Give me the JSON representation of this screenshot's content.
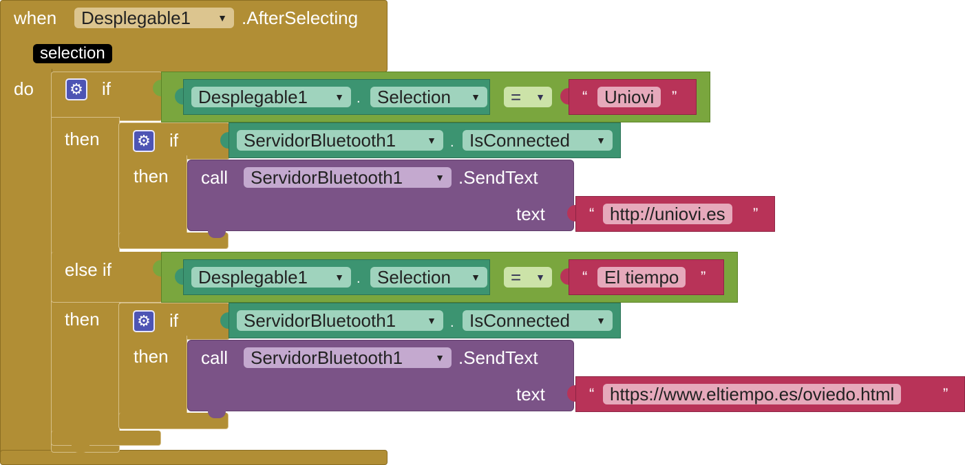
{
  "event": {
    "when_label": "when",
    "component": "Desplegable1",
    "event_name": ".AfterSelecting",
    "param": "selection",
    "do_label": "do"
  },
  "if1": {
    "if_label": "if",
    "then_label": "then",
    "else_if_label": "else if",
    "then2_label": "then",
    "cond1": {
      "component": "Desplegable1",
      "dot": ".",
      "property": "Selection",
      "operator": "=",
      "open_quote": "“",
      "value": "Uniovi",
      "close_quote": "”"
    },
    "cond2": {
      "component": "Desplegable1",
      "dot": ".",
      "property": "Selection",
      "operator": "=",
      "open_quote": "“",
      "value": "El tiempo",
      "close_quote": "”"
    }
  },
  "inner1": {
    "if_label": "if",
    "then_label": "then",
    "cond": {
      "component": "ServidorBluetooth1",
      "dot": ".",
      "property": "IsConnected"
    },
    "call": {
      "call_label": "call",
      "component": "ServidorBluetooth1",
      "method": ".SendText",
      "text_label": "text",
      "open_quote": "“",
      "value": "http://uniovi.es",
      "close_quote": "”"
    }
  },
  "inner2": {
    "if_label": "if",
    "then_label": "then",
    "cond": {
      "component": "ServidorBluetooth1",
      "dot": ".",
      "property": "IsConnected"
    },
    "call": {
      "call_label": "call",
      "component": "ServidorBluetooth1",
      "method": ".SendText",
      "text_label": "text",
      "open_quote": "“",
      "value": "https://www.eltiempo.es/oviedo.html",
      "close_quote": "”"
    }
  },
  "icons": {
    "mutator": "gear-icon",
    "dropdown": "triangle-down-icon",
    "dropdown_glyph": "▼",
    "gear_glyph": "⚙"
  },
  "colors": {
    "event": "#b18e35",
    "logic": "#7aa63e",
    "component": "#3c9471",
    "text": "#b83358",
    "method": "#7b5387",
    "mutator": "#4d54b4"
  }
}
